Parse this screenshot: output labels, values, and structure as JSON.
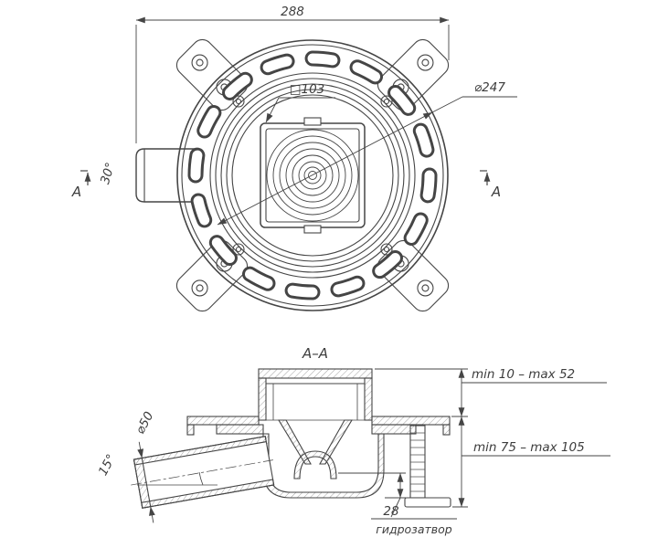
{
  "meta": {
    "type": "technical-drawing-floor-drain",
    "line_color": "#454545",
    "hatch_color": "#777777",
    "background": "#ffffff"
  },
  "top_view": {
    "dim_overall_width": "288",
    "dim_grate_square": "□103",
    "dim_flange_diameter": "⌀247",
    "dim_outlet_angle": "30°",
    "section_mark_left": "A",
    "section_mark_right": "A"
  },
  "section_view": {
    "title": "A–A",
    "dim_grate_adjust": "min 10 – max 52",
    "dim_body_adjust": "min 75 – max 105",
    "dim_outlet_diameter": "⌀50",
    "dim_outlet_slope": "15°",
    "dim_water_seal_height": "28",
    "water_seal_label": "гидрозатвор"
  }
}
